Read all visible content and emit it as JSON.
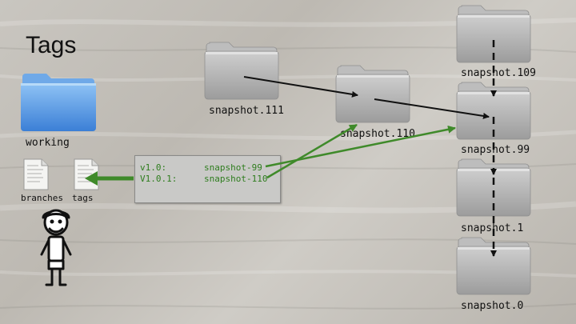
{
  "title": "Tags",
  "working_label": "working",
  "files": {
    "branches": "branches",
    "tags": "tags"
  },
  "tags_box": {
    "rows": [
      {
        "name": "v1.0:",
        "target": "snapshot-99"
      },
      {
        "name": "V1.0.1:",
        "target": "snapshot-110"
      }
    ]
  },
  "snapshots": {
    "s111": "snapshot.111",
    "s110": "snapshot.110",
    "s109": "snapshot.109",
    "s99": "snapshot.99",
    "s1": "snapshot.1",
    "s0": "snapshot.0"
  },
  "colors": {
    "tag_green": "#3f8a2a",
    "blue_folder": "#4a90e2",
    "gray_folder": "#a8a8a8"
  }
}
